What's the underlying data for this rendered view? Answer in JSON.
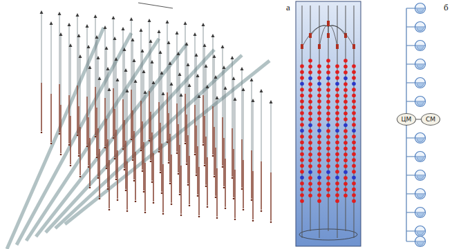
{
  "diagram": {
    "nodes": [
      {
        "text": [
          "ЦМ"
        ]
      },
      {
        "text": [
          "СМ"
        ]
      }
    ],
    "edges": [
      {
        "from": 0,
        "to": 1,
        "arrow": "none"
      }
    ],
    "labels": [
      "а",
      "б"
    ]
  }
}
